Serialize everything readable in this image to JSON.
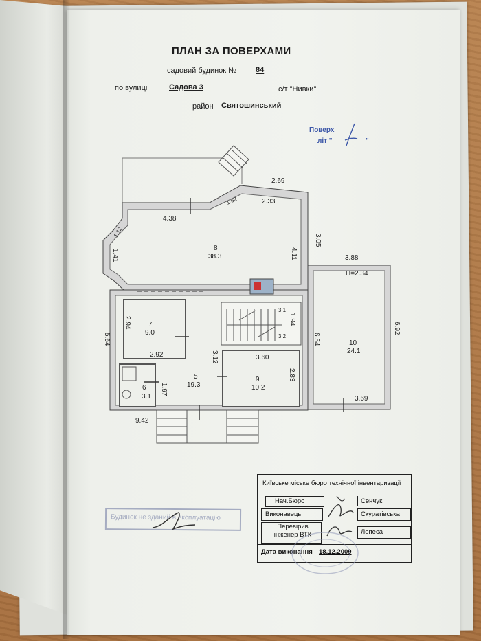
{
  "header": {
    "title": "ПЛАН ЗА ПОВЕРХАМИ",
    "house_label": "садовий будинок №",
    "house_number": "84",
    "street_label": "по вулиці",
    "street_value": "Садова 3",
    "coop_label": "с/т \"Нивки\"",
    "district_label": "район",
    "district_value": "Святошинський"
  },
  "floor_stamp": {
    "line1": "Поверх",
    "line2_a": "літ \"",
    "line2_b": "\""
  },
  "plan": {
    "dimensions": [
      "2.69",
      "2.33",
      "4.38",
      "3.05",
      "4.11",
      "1.41",
      "3.88",
      "H=2.34",
      "2.94",
      "1.94",
      "5.64",
      "6.54",
      "6.92",
      "2.92",
      "3.60",
      "3.12",
      "2.83",
      "1.97",
      "3.69",
      "9.42",
      "1.62",
      "1.12",
      "3.1",
      "3.2"
    ],
    "rooms": [
      {
        "num": "8",
        "area": "38.3"
      },
      {
        "num": "7",
        "area": "9.0"
      },
      {
        "num": "10",
        "area": "24.1"
      },
      {
        "num": "5",
        "area": "19.3"
      },
      {
        "num": "9",
        "area": "10.2"
      },
      {
        "num": "6",
        "area": "3.1"
      }
    ]
  },
  "bti_stamp": {
    "org": "Київське міське бюро технічної інвентаризації",
    "rows": [
      {
        "role": "Нач.Бюро",
        "name": "Сенчук"
      },
      {
        "role": "Виконавець",
        "name": "Скуратівська"
      },
      {
        "role": "Перевірив інженер ВТК",
        "name": "Лепеса"
      }
    ],
    "date_label": "Дата виконання",
    "date_value": "18.12.2009"
  },
  "faded_stamp_text": "Будинок не зданий в експлуатацію"
}
